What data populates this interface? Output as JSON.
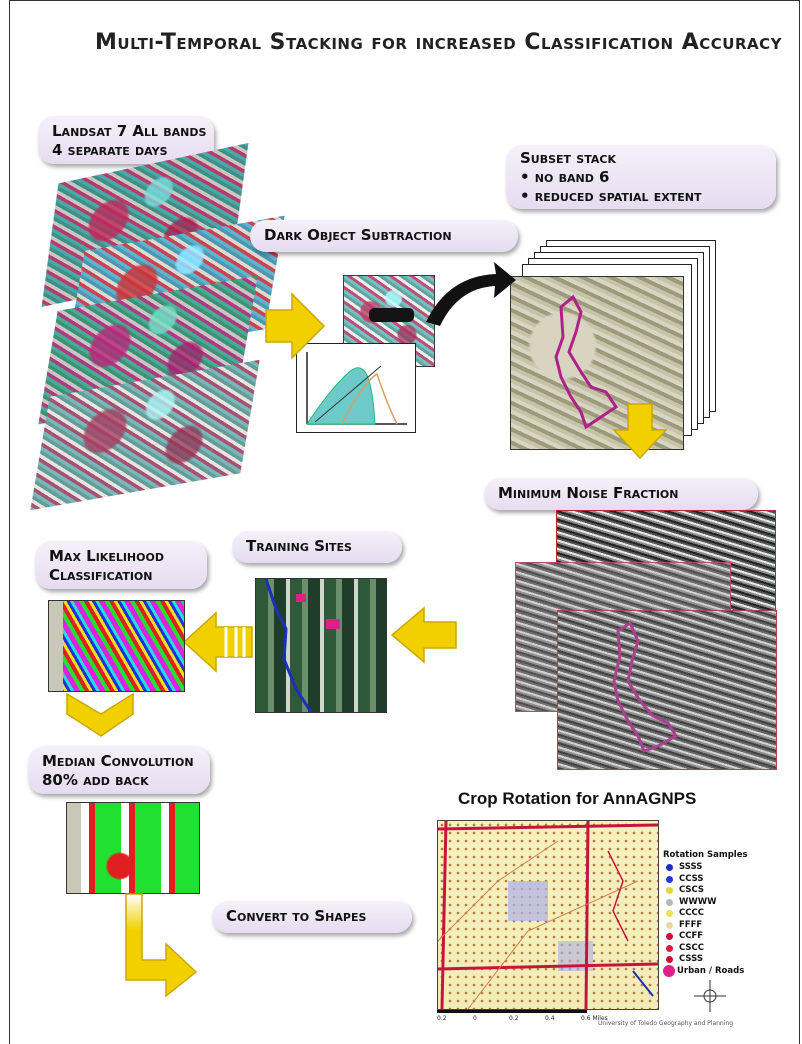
{
  "title": "Multi-Temporal Stacking for increased Classification Accuracy",
  "steps": {
    "landsat": {
      "line1": "Landsat 7 All bands",
      "line2": "4 separate days"
    },
    "subset": {
      "line1": "Subset stack",
      "line2": "• no band 6",
      "line3": "• reduced spatial extent"
    },
    "dos": "Dark Object Subtraction",
    "mnf": "Minimum Noise Fraction",
    "training": "Training Sites",
    "maxlik": {
      "line1": "Max Likelihood",
      "line2": "Classification"
    },
    "median": {
      "line1": "Median Convolution",
      "line2": "80% add back"
    },
    "convert": "Convert to Shapes"
  },
  "crop_map": {
    "title": "Crop Rotation for AnnAGNPS",
    "legend_title": "Rotation Samples",
    "legend": [
      {
        "label": "SSSS",
        "color": "#1b2fb8"
      },
      {
        "label": "CCSS",
        "color": "#2a36d0"
      },
      {
        "label": "CSCS",
        "color": "#e8d43a"
      },
      {
        "label": "WWWW",
        "color": "#b8b8b8"
      },
      {
        "label": "CCCC",
        "color": "#f0df5a"
      },
      {
        "label": "FFFF",
        "color": "#e8d8a0"
      },
      {
        "label": "CCFF",
        "color": "#c8143c"
      },
      {
        "label": "CSCC",
        "color": "#d21f4a"
      },
      {
        "label": "CSSS",
        "color": "#c81030"
      },
      {
        "label": "Urban / Roads",
        "color": "#e0208a"
      }
    ],
    "scale_labels": [
      "0.2",
      "0",
      "0.2",
      "0.4",
      "0.6 Miles"
    ],
    "credit": "University of Toledo Geography and Planning"
  },
  "colors": {
    "pill_bg": "#e9dff2",
    "arrow": "#f2d000",
    "boundary": "#b0208a"
  }
}
